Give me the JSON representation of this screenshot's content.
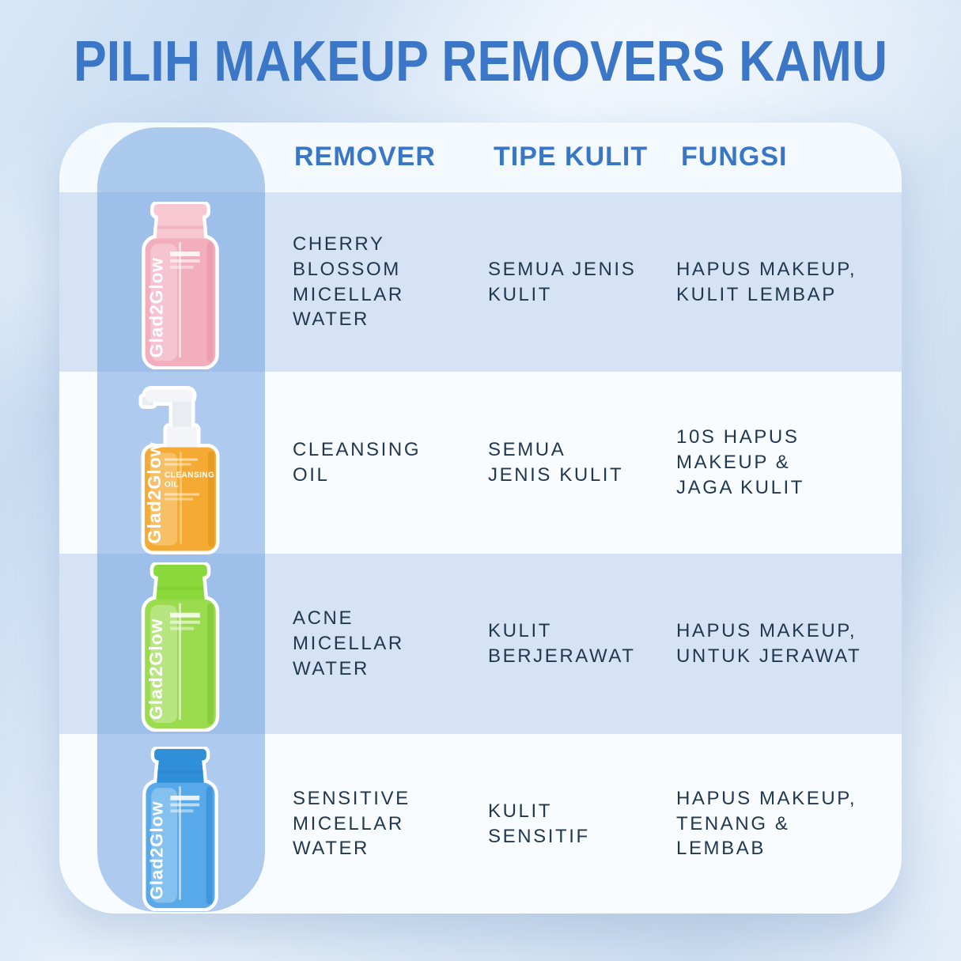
{
  "title": "PILIH MAKEUP REMOVERS KAMU",
  "table": {
    "columns": [
      {
        "id": "remover",
        "label": "REMOVER"
      },
      {
        "id": "tipe_kulit",
        "label": "TIPE KULIT"
      },
      {
        "id": "fungsi",
        "label": "FUNGSI"
      }
    ],
    "rows": [
      {
        "remover": "CHERRY\nBLOSSOM\nMICELLAR\nWATER",
        "tipe_kulit": "SEMUA JENIS\nKULIT",
        "fungsi": "HAPUS MAKEUP,\nKULIT LEMBAP",
        "bottle": {
          "icon": "pink-press-top-bottle",
          "logo_text": "Glad2Glow",
          "body_color": "#f3aebe",
          "cap_color": "#f8c8d2",
          "shade_color": "#e28ba0"
        }
      },
      {
        "remover": "CLEANSING\nOIL",
        "tipe_kulit": "SEMUA\nJENIS KULIT",
        "fungsi": "10S HAPUS\nMAKEUP &\nJAGA KULIT",
        "bottle": {
          "icon": "amber-pump-bottle",
          "logo_text": "Glad2Glow",
          "label_line1": "CLEANSING",
          "label_line2": "OIL",
          "body_color": "#f5ab33",
          "cap_color": "#f3f5f8",
          "shade_color": "#db8d16"
        }
      },
      {
        "remover": "ACNE\nMICELLAR\nWATER",
        "tipe_kulit": "KULIT\nBERJERAWAT",
        "fungsi": "HAPUS MAKEUP,\nUNTUK JERAWAT",
        "bottle": {
          "icon": "green-press-top-bottle",
          "logo_text": "Glad2Glow",
          "body_color": "#9bdb4e",
          "cap_color": "#8ad93c",
          "shade_color": "#6fbe2a"
        }
      },
      {
        "remover": "SENSITIVE\nMICELLAR\nWATER",
        "tipe_kulit": "KULIT\nSENSITIF",
        "fungsi": "HAPUS MAKEUP,\nTENANG &\nLEMBAB",
        "bottle": {
          "icon": "blue-press-top-bottle",
          "logo_text": "Glad2Glow",
          "body_color": "#57a9e9",
          "cap_color": "#2f8fd9",
          "shade_color": "#2b7ecb"
        }
      }
    ]
  },
  "colors": {
    "title_blue": "#3b77c6",
    "header_blue": "#3a76c6",
    "cell_text": "#22384f",
    "row_band_blue": "#d5e3f4",
    "row_band_white": "#f9fcff",
    "strip_blue": "#71a3e2",
    "card_background": "#f2f7fc"
  },
  "chart_data": {
    "type": "table",
    "title": "PILIH MAKEUP REMOVERS KAMU",
    "columns": [
      "REMOVER",
      "TIPE KULIT",
      "FUNGSI"
    ],
    "rows": [
      [
        "CHERRY BLOSSOM MICELLAR WATER",
        "SEMUA JENIS KULIT",
        "HAPUS MAKEUP, KULIT LEMBAP"
      ],
      [
        "CLEANSING OIL",
        "SEMUA JENIS KULIT",
        "10S HAPUS MAKEUP & JAGA KULIT"
      ],
      [
        "ACNE MICELLAR WATER",
        "KULIT BERJERAWAT",
        "HAPUS MAKEUP, UNTUK JERAWAT"
      ],
      [
        "SENSITIVE MICELLAR WATER",
        "KULIT SENSITIF",
        "HAPUS MAKEUP, TENANG & LEMBAB"
      ]
    ]
  }
}
